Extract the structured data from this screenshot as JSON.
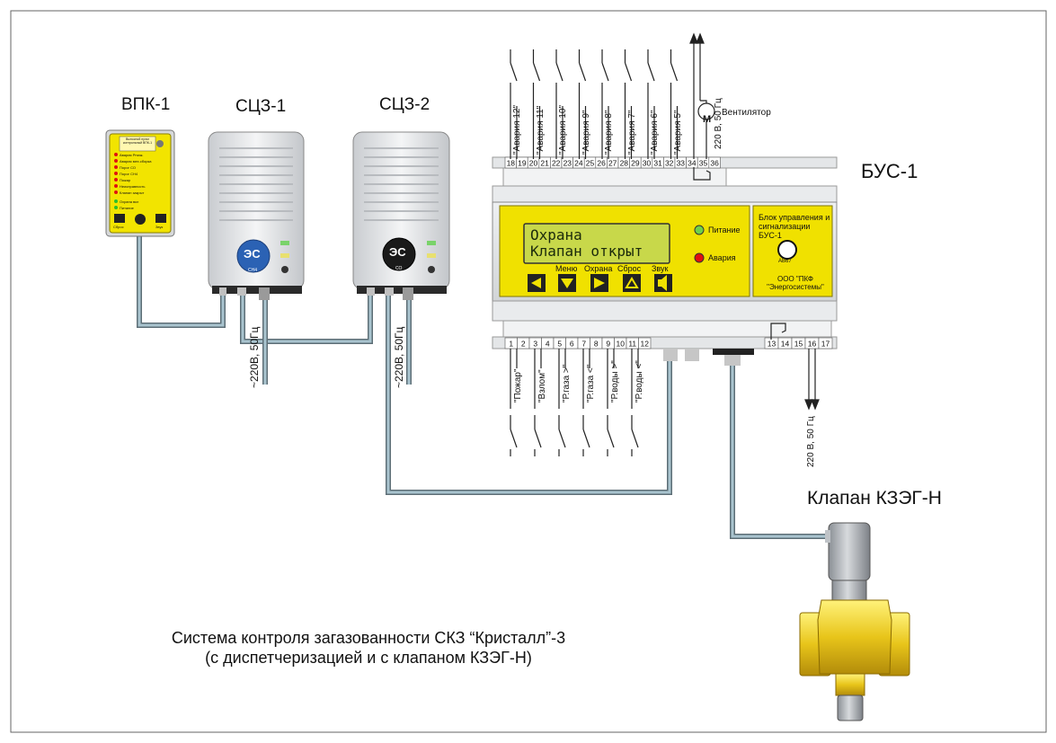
{
  "labels": {
    "vpk": "ВПК-1",
    "scz1": "СЦЗ-1",
    "scz2": "СЦЗ-2",
    "bus": "БУС-1",
    "valve": "Клапан КЗЭГ-Н",
    "fan": "Вентилятор",
    "power_top": "220 В, 50 Гц",
    "power_bottom": "220 В, 50 Гц",
    "power_scz1": "~220В, 50Гц",
    "power_scz2": "~220В, 50Гц",
    "motor": "M"
  },
  "caption": {
    "line1": "Система контроля загазованности СКЗ “Кристалл”-3",
    "line2": "(с диспетчеризацией и с клапаном КЗЭГ-Н)"
  },
  "bus_panel": {
    "lcd_line1": "Охрана",
    "lcd_line2": "Клапан открыт",
    "led_power": "Питание",
    "led_alarm": "Авария",
    "btn_menu": "Меню",
    "btn_guard": "Охрана",
    "btn_reset": "Сброс",
    "btn_sound": "Звук",
    "info1": "Блок управления и",
    "info2": "сигнализации",
    "info3": "БУС-1",
    "maker1": "ООО \"ПКФ",
    "maker2": "\"Энергосистемы\"",
    "cert": "АВ67",
    "colors": {
      "panel": "#f0e100",
      "led_power": "#6fd14a",
      "led_alarm": "#e01010",
      "lcd": "#c8d84a"
    }
  },
  "terminals_top": [
    "18",
    "19",
    "20",
    "21",
    "22",
    "23",
    "24",
    "25",
    "26",
    "27",
    "28",
    "29",
    "30",
    "31",
    "32",
    "33",
    "34",
    "35",
    "36"
  ],
  "terminals_bottom": [
    "1",
    "2",
    "3",
    "4",
    "5",
    "6",
    "7",
    "8",
    "9",
    "10",
    "11",
    "12"
  ],
  "terminals_bottom_right": [
    "13",
    "14",
    "15",
    "16",
    "17"
  ],
  "inputs_top": [
    "\"Авария 12\"",
    "\"Авария 11\"",
    "\"Авария 10\"",
    "\"Авария 9\"",
    "\"Авария 8\"",
    "\"Авария 7\"",
    "\"Авария 6\"",
    "\"Авария 5\""
  ],
  "inputs_bottom": [
    "\"Пожар\"",
    "\"Взлом\"",
    "\"Р.газа >\"",
    "\"Р.газа <\"",
    "\"Р.воды >\"",
    "\"Р.воды <\""
  ],
  "vpk_panel": {
    "title": "Выносной пульт контрольный ВПК-1",
    "rows": [
      "Авария Рнизк.",
      "Авария мех.сборка",
      "Порог СО",
      "Порог СН4",
      "Пожар",
      "Неисправность",
      "Клапан закрыт",
      "Охрана вкл",
      "Питание"
    ],
    "btn_reset": "Сброс",
    "btn_sound": "Звук"
  },
  "scz1_logo": "ЭС",
  "scz1_gas": "СН4",
  "scz2_logo": "ЭС",
  "scz2_gas": "СО"
}
